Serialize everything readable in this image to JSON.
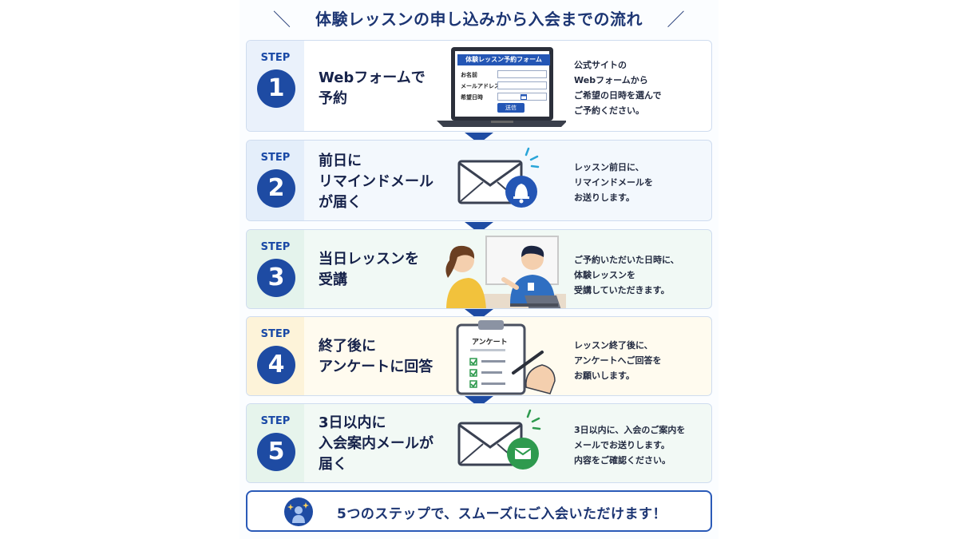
{
  "title": "体験レッスンの申し込みから入会までの流れ",
  "step_label": "STEP",
  "steps": [
    {
      "number": "1",
      "heading": [
        "Webフォームで",
        "予約"
      ],
      "description": [
        "公式サイトの",
        "Webフォームから",
        "ご希望の日時を選んで",
        "ご予約ください。"
      ],
      "illustration": "laptop-form-icon",
      "form": {
        "title": "体験レッスン予約フォーム",
        "fields": [
          "お名前",
          "メールアドレス",
          "希望日時"
        ],
        "submit_label": "送信"
      }
    },
    {
      "number": "2",
      "heading": [
        "前日に",
        "リマインドメール",
        "が届く"
      ],
      "description": [
        "レッスン前日に、",
        "リマインドメールを",
        "お送りします。"
      ],
      "illustration": "envelope-bell-icon"
    },
    {
      "number": "3",
      "heading": [
        "当日レッスンを",
        "受講"
      ],
      "description": [
        "ご予約いただいた日時に、",
        "体験レッスンを",
        "受講していただきます。"
      ],
      "illustration": "lesson-people-icon"
    },
    {
      "number": "4",
      "heading": [
        "終了後に",
        "アンケートに回答"
      ],
      "description": [
        "レッスン終了後に、",
        "アンケートへご回答を",
        "お願いします。"
      ],
      "illustration": "clipboard-survey-icon",
      "survey_title": "アンケート"
    },
    {
      "number": "5",
      "heading": [
        "3日以内に",
        "入会案内メールが",
        "届く"
      ],
      "description": [
        "3日以内に、入会のご案内を",
        "メールでお送りします。",
        "内容をご確認ください。"
      ],
      "illustration": "envelope-mail-icon"
    }
  ],
  "footer": {
    "text": "5つのステップで、スムーズにご入会いただけます！",
    "icon": "person-sparkle-icon"
  },
  "colors": {
    "accent": "#1e4ba3",
    "title": "#1c3573",
    "bell_badge": "#2456b5",
    "mail_badge": "#2e9a4e"
  }
}
